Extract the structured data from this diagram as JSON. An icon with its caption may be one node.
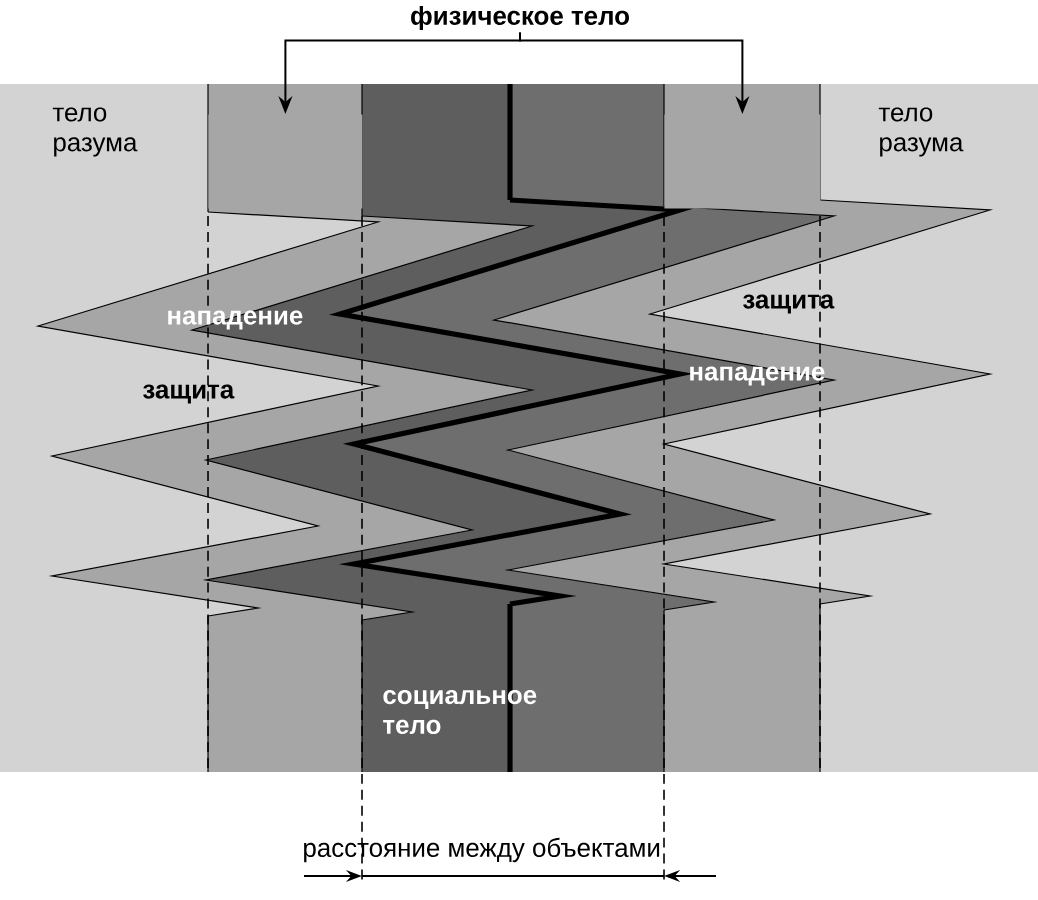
{
  "diagram": {
    "nodes": [
      {
        "text": [
          "физическое тело"
        ]
      },
      {
        "text": [],
        "shape": "bar"
      },
      {
        "text": [],
        "shape": "bar"
      }
    ],
    "edges": [
      {
        "from": 0,
        "to": 1,
        "arrow": "to"
      },
      {
        "from": 0,
        "to": 2,
        "arrow": "to"
      }
    ],
    "labels": [
      "тело разума",
      "тело разума",
      "защита",
      "нападение",
      "нападение",
      "защита",
      "социальное тело",
      "расстояние между объектами"
    ]
  }
}
